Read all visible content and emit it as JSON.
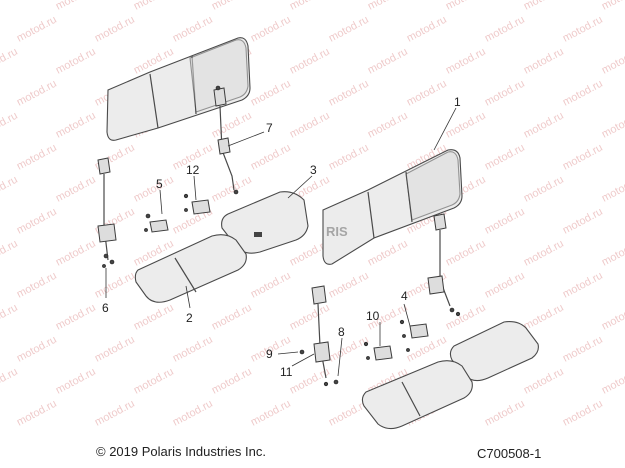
{
  "watermark_text": "motod.ru",
  "brand_mark": "RIS",
  "callouts": [
    "1",
    "2",
    "3",
    "4",
    "5",
    "6",
    "7",
    "8",
    "9",
    "10",
    "11",
    "12"
  ],
  "footer": {
    "copyright": "© 2019 Polaris Industries Inc.",
    "figure_code": "C700508-1"
  }
}
